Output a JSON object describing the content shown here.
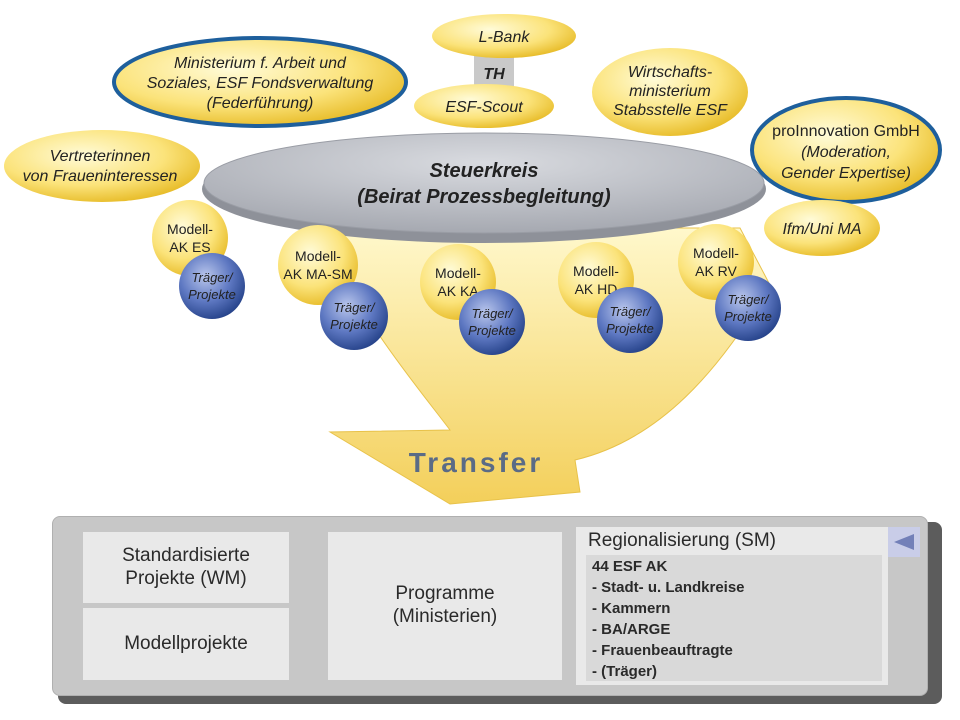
{
  "nodes": {
    "l_bank": "L-Bank",
    "th": "TH",
    "esf_scout": "ESF-Scout",
    "ministerium": [
      "Ministerium f. Arbeit  und",
      "Soziales, ESF Fondsverwaltung",
      "(Federführung)"
    ],
    "wirtschaft": [
      "Wirtschafts-",
      "ministerium",
      "Stabsstelle ESF"
    ],
    "vertreterinnen": [
      "Vertreterinnen",
      "von Fraueninteressen"
    ],
    "proinnovation": [
      "proInnovation GmbH",
      "(Moderation,",
      "Gender Expertise)"
    ],
    "ifm": "Ifm/Uni MA",
    "steuerkreis": [
      "Steuerkreis",
      "(Beirat Prozessbegleitung)"
    ],
    "modell_ak": [
      [
        "Modell-",
        "AK ES"
      ],
      [
        "Modell-",
        "AK MA-SM"
      ],
      [
        "Modell-",
        "AK KA"
      ],
      [
        "Modell-",
        "AK HD"
      ],
      [
        "Modell-",
        "AK RV"
      ]
    ],
    "traeger": [
      "Träger/",
      "Projekte"
    ]
  },
  "transfer_label": "Transfer",
  "panel": {
    "standardisierte": [
      "Standardisierte",
      "Projekte (WM)"
    ],
    "modellprojekte": "Modellprojekte",
    "programme": [
      "Programme",
      "(Ministerien)"
    ],
    "regionalisierung_title": "Regionalisierung (SM)",
    "regionalisierung_items": [
      "44 ESF AK",
      "- Stadt- u. Landkreise",
      "- Kammern",
      "- BA/ARGE",
      "- Frauenbeauftragte",
      "- (Träger)"
    ],
    "back_icon": "triangle-left-icon"
  },
  "colors": {
    "yellow_light": "#fff6b0",
    "yellow_dark": "#e9bf2a",
    "blue_light": "#8aa0d8",
    "blue_dark": "#1f3d8a",
    "ring_blue": "#1e5f9c",
    "gray_ellipse": "#b5b8bf",
    "transfer_text": "#5a6b86"
  }
}
